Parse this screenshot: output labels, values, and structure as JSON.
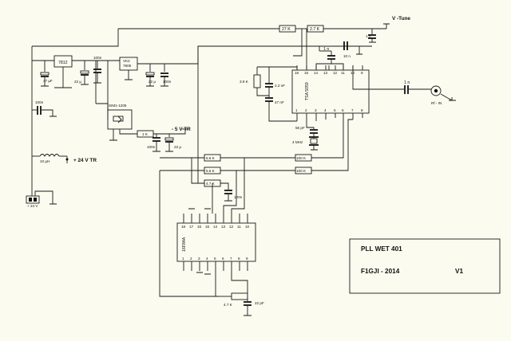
{
  "title_block": {
    "title": "PLL WET 401",
    "author_year": "F1GJI - 2014",
    "version": "V1"
  },
  "components": {
    "r_27k": "27 K",
    "r_2_7k": "2.7 K",
    "c_1n_top": "1 n",
    "c_10n": "10 n",
    "c_1n_a": "1 n",
    "c_1n_b": "1 n",
    "reg_7812": "7812",
    "reg_vk2_line1": "VK2",
    "reg_vk2_line2": "7805",
    "c_47uf": "47 µF",
    "c_22uf_a": "22 µ",
    "c_100n_a": "100n",
    "c_22u_b": "22 µ",
    "c_100n_b": "100n",
    "c_100n_c": "100n",
    "c_100n_d": "100n",
    "c_100n_e": "100n",
    "c_22u_c": "22 µ",
    "c_22pf_a": "22 pF",
    "c_2_2nf": "2.2 nF",
    "c_47nf": "47 nF",
    "r_3_9k": "3.9 K",
    "c_56pf": "56 pF",
    "xtal": "4 MHz",
    "r_1k": "1 K",
    "r_5_6k_a": "5.6 K",
    "r_5_6k_b": "5.6 K",
    "r_100k_a": "100 K",
    "r_100k_b": "100 K",
    "r_4_7k_a": "4.7 K",
    "r_4_7k_b": "4.7 K",
    "l_10uh": "10 µH",
    "dc_dc": "SIM1-1205",
    "ic_pll": "TSA 5059",
    "ic_prescaler": "16F84A",
    "connector": "+ 24 V",
    "rf_in": "Rf - IN"
  },
  "nets": {
    "v_tune": "V -Tune",
    "minus_5v_tr": "- 5 V  TR",
    "plus_24v_tr": "+ 24 V TR"
  },
  "colors": {
    "paper": "#fbfbf0",
    "ink": "#111111"
  }
}
